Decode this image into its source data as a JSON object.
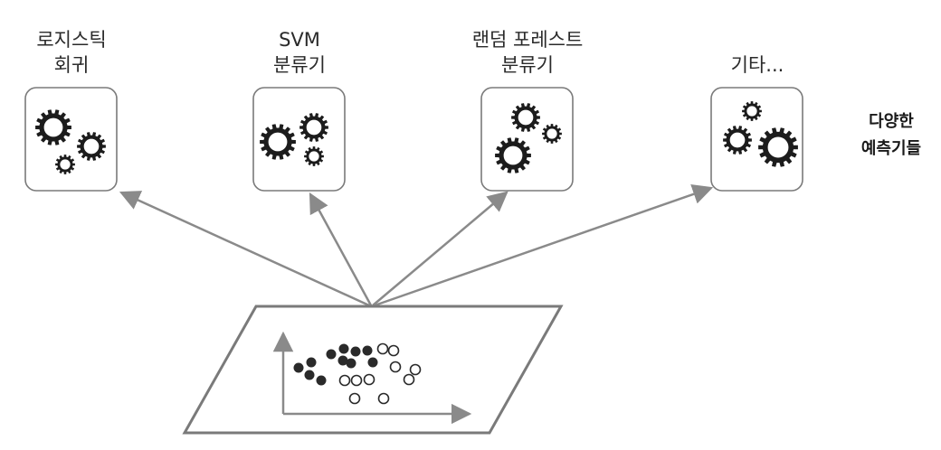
{
  "predictors": [
    {
      "line1": "로지스틱",
      "line2": "회귀"
    },
    {
      "line1": "SVM",
      "line2": "분류기"
    },
    {
      "line1": "랜덤 포레스트",
      "line2": "분류기"
    },
    {
      "line1": "",
      "line2": "기타..."
    }
  ],
  "side_label": {
    "line1": "다양한",
    "line2": "예측기들"
  },
  "colors": {
    "box_border": "#7a7a7a",
    "arrow": "#8a8a8a",
    "gear": "#1c1c1c",
    "dot_filled": "#2a2a2a",
    "axis": "#8a8a8a"
  },
  "icons": [
    "gear-icon",
    "scatter-plot-icon"
  ]
}
